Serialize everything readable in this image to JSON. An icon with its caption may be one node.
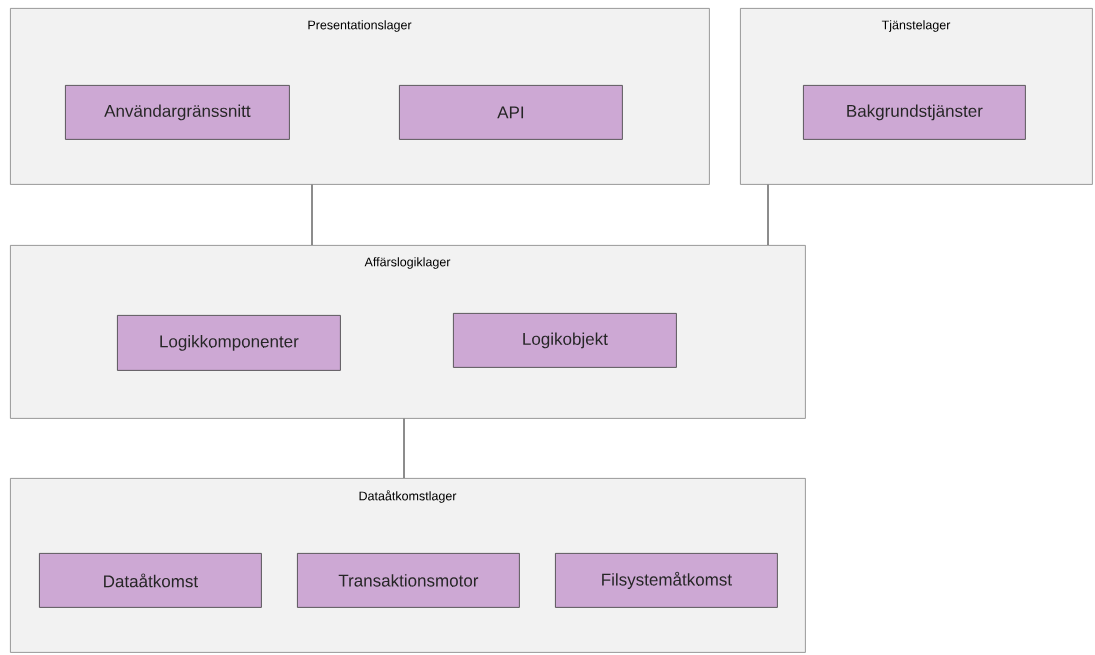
{
  "diagram": {
    "nodes": [
      {
        "text": [
          "Presentationslager"
        ]
      },
      {
        "text": [
          "Användargränssnitt"
        ],
        "in": 0
      },
      {
        "text": [
          "API"
        ],
        "in": 0
      },
      {
        "text": [
          "Tjänstelager"
        ]
      },
      {
        "text": [
          "Bakgrundstjänster"
        ],
        "in": 3
      },
      {
        "text": [
          "Affärslogiklager"
        ]
      },
      {
        "text": [
          "Logikkomponenter"
        ],
        "in": 5
      },
      {
        "text": [
          "Logikobjekt"
        ],
        "in": 5
      },
      {
        "text": [
          "Dataåtkomstlager"
        ]
      },
      {
        "text": [
          "Dataåtkomst"
        ],
        "in": 8
      },
      {
        "text": [
          "Transaktionsmotor"
        ],
        "in": 8
      },
      {
        "text": [
          "Filsystemåtkomst"
        ],
        "in": 8
      }
    ],
    "edges": [
      {
        "from": 0,
        "to": 5,
        "arrow": "none"
      },
      {
        "from": 3,
        "to": 5,
        "arrow": "none"
      },
      {
        "from": 5,
        "to": 8,
        "arrow": "none"
      }
    ]
  }
}
